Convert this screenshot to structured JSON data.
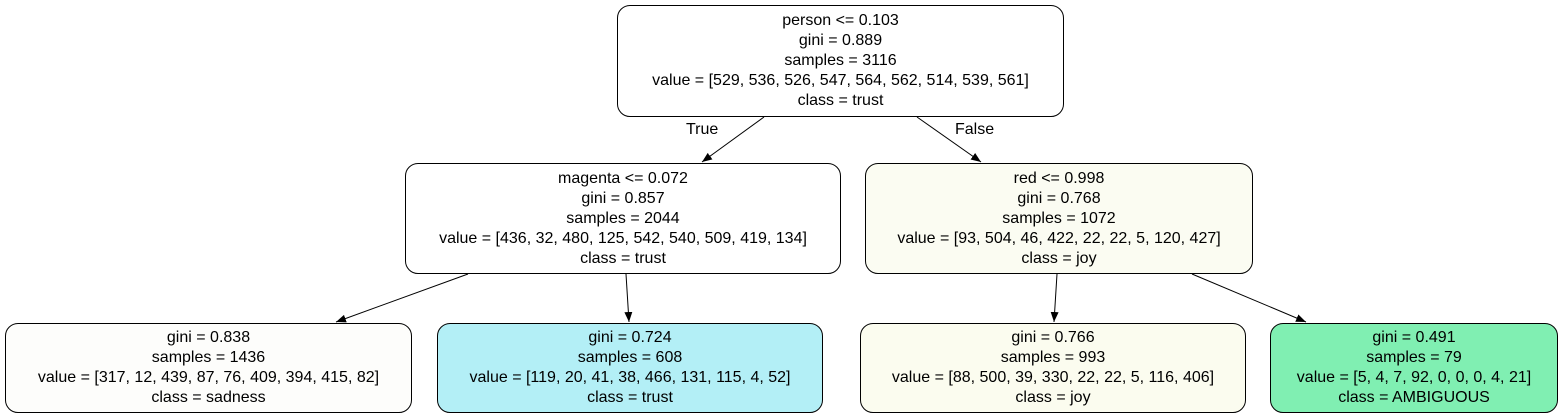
{
  "tree": {
    "nodes": [
      {
        "id": "n0",
        "split": "person <= 0.103",
        "gini": "gini = 0.889",
        "samples": "samples = 3116",
        "value": "value = [529, 536, 526, 547, 564, 562, 514, 539, 561]",
        "class": "class = trust",
        "fill": "#ffffff"
      },
      {
        "id": "n1",
        "split": "magenta <= 0.072",
        "gini": "gini = 0.857",
        "samples": "samples = 2044",
        "value": "value = [436, 32, 480, 125, 542, 540, 509, 419, 134]",
        "class": "class = trust",
        "fill": "#ffffff"
      },
      {
        "id": "n2",
        "split": "red <= 0.998",
        "gini": "gini = 0.768",
        "samples": "samples = 1072",
        "value": "value = [93, 504, 46, 422, 22, 22, 5, 120, 427]",
        "class": "class = joy",
        "fill": "#fbfcf2"
      },
      {
        "id": "n3",
        "split": "",
        "gini": "gini = 0.838",
        "samples": "samples = 1436",
        "value": "value = [317, 12, 439, 87, 76, 409, 394, 415, 82]",
        "class": "class = sadness",
        "fill": "#fdfdfb"
      },
      {
        "id": "n4",
        "split": "",
        "gini": "gini = 0.724",
        "samples": "samples = 608",
        "value": "value = [119, 20, 41, 38, 466, 131, 115, 4, 52]",
        "class": "class = trust",
        "fill": "#b3eff6"
      },
      {
        "id": "n5",
        "split": "",
        "gini": "gini = 0.766",
        "samples": "samples = 993",
        "value": "value = [88, 500, 39, 330, 22, 22, 5, 116, 406]",
        "class": "class = joy",
        "fill": "#fbfcef"
      },
      {
        "id": "n6",
        "split": "",
        "gini": "gini = 0.491",
        "samples": "samples = 79",
        "value": "value = [5, 4, 7, 92, 0, 0, 0, 4, 21]",
        "class": "class = AMBIGUOUS",
        "fill": "#80efb2"
      }
    ],
    "edge_labels": {
      "true_label": "True",
      "false_label": "False"
    },
    "colors": {
      "stroke": "#000000",
      "background": "#ffffff"
    }
  }
}
